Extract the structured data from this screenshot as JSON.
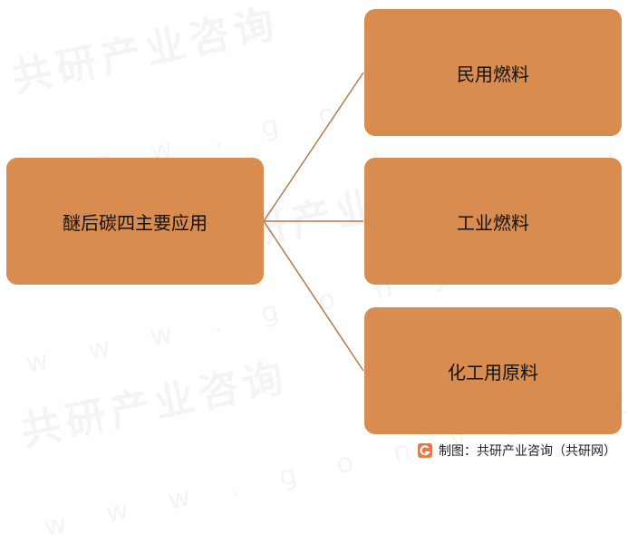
{
  "diagram": {
    "root": {
      "label": "醚后碳四主要应用"
    },
    "children": [
      {
        "label": "民用燃料"
      },
      {
        "label": "工业燃料"
      },
      {
        "label": "化工用原料"
      }
    ]
  },
  "colors": {
    "box_fill": "#D98C4F",
    "connector": "#B07A50",
    "text": "#111111",
    "logo": "#E8774A"
  },
  "watermark": {
    "text": "共研产业咨询",
    "url": "w w w . g o n y n . c o m"
  },
  "source": {
    "icon": "gonyn-logo-icon",
    "text": "制图：共研产业咨询（共研网）"
  }
}
